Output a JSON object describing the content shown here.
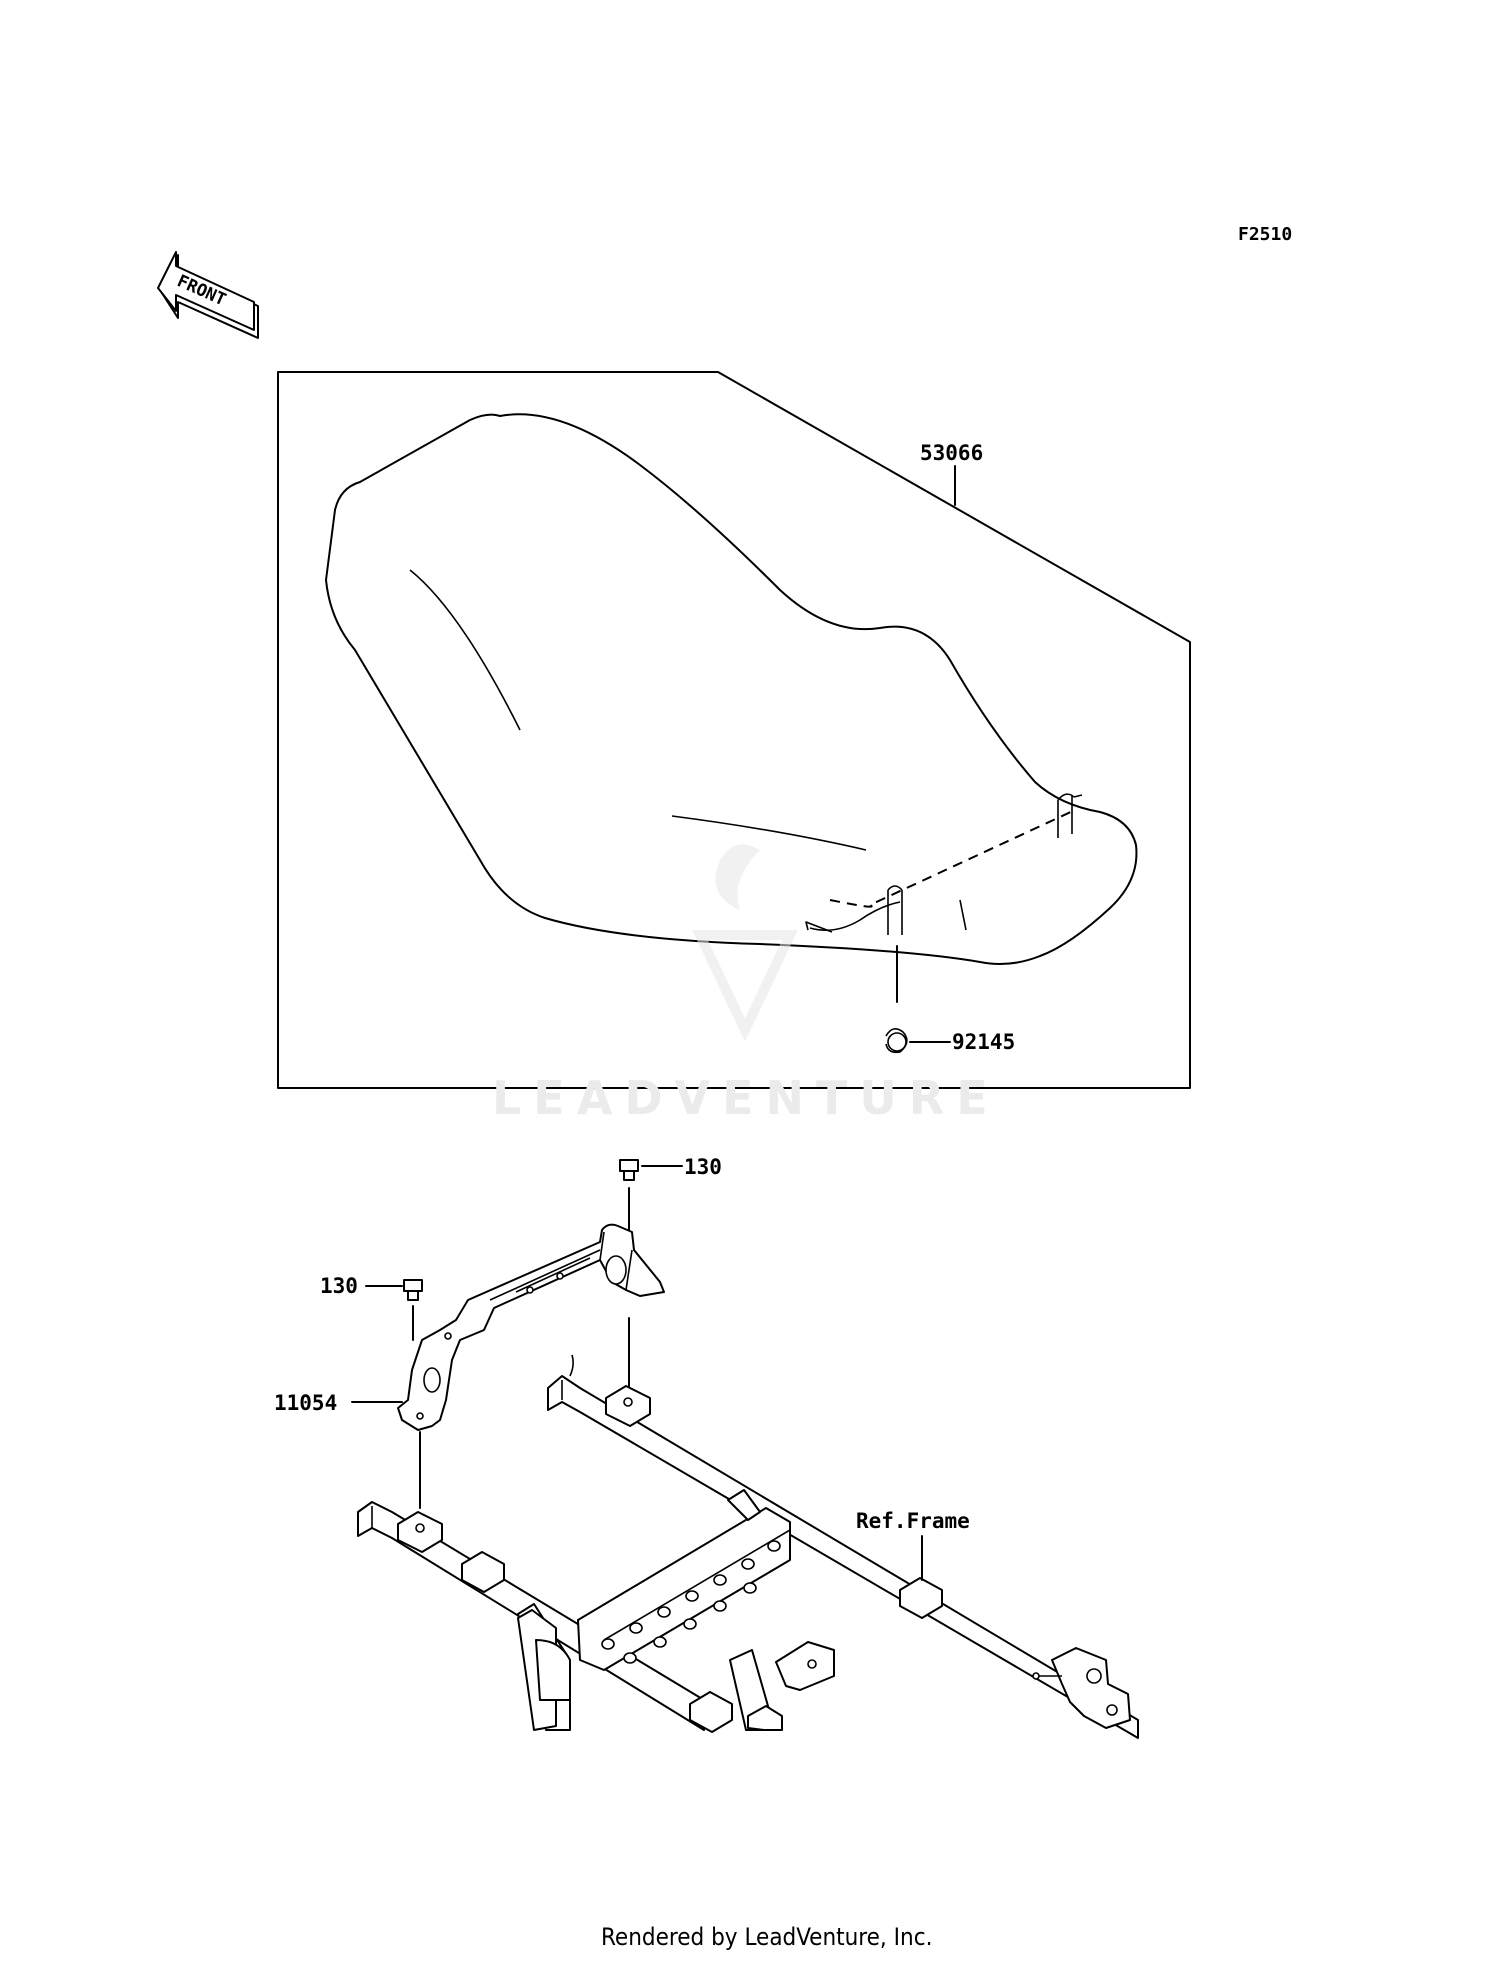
{
  "diagram_code": "F2510",
  "front_arrow_label": "FRONT",
  "watermark": "LEADVENTURE",
  "footer": "Rendered by LeadVenture, Inc.",
  "callouts": {
    "seat": "53066",
    "seat_spring": "92145",
    "bolt_right": "130",
    "bolt_left": "130",
    "bracket": "11054",
    "ref_frame": "Ref.Frame"
  }
}
